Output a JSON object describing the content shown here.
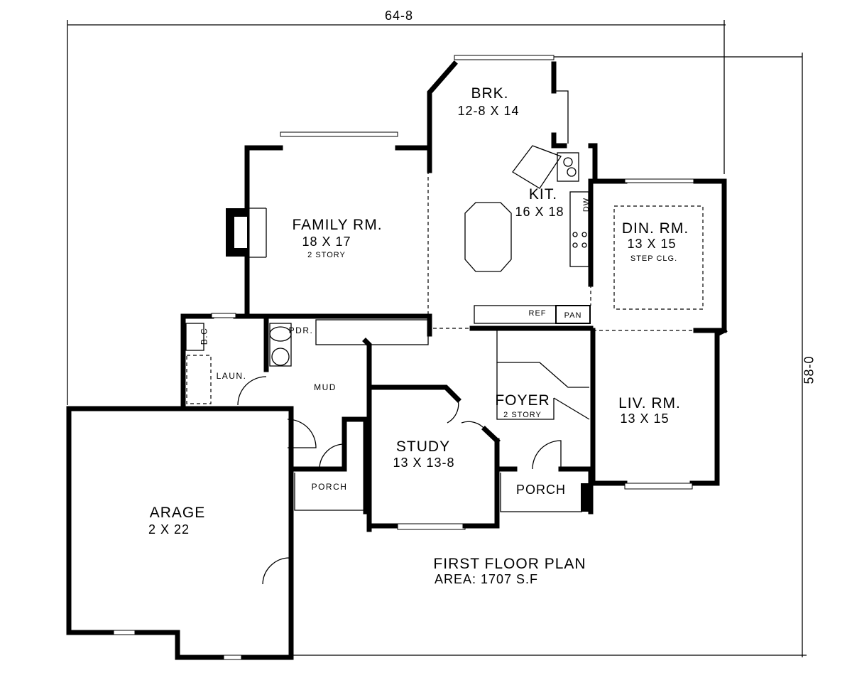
{
  "dimensions": {
    "width": "64-8",
    "depth": "58-0"
  },
  "title": "FIRST FLOOR PLAN",
  "area": "AREA: 1707 S.F",
  "rooms": {
    "family": {
      "name": "FAMILY RM.",
      "size": "18 X 17",
      "note": "2 STORY"
    },
    "breakfast": {
      "name": "BRK.",
      "size": "12-8 X 14"
    },
    "kitchen": {
      "name": "KIT.",
      "size": "16 X 18"
    },
    "dining": {
      "name": "DIN. RM.",
      "size": "13 X 15",
      "note": "STEP CLG."
    },
    "living": {
      "name": "LIV. RM.",
      "size": "13 X 15"
    },
    "foyer": {
      "name": "FOYER",
      "note": "2 STORY"
    },
    "study": {
      "name": "STUDY",
      "size": "13 X 13-8"
    },
    "garage": {
      "name": "ARAGE",
      "size": "2 X 22"
    },
    "laundry": {
      "name": "LAUN."
    },
    "mud": {
      "name": "MUD"
    },
    "powder": {
      "name": "PDR."
    },
    "bench": {
      "name": "B.C"
    },
    "porch_side": {
      "name": "PORCH"
    },
    "porch_front": {
      "name": "PORCH"
    }
  },
  "fixtures": {
    "dishwasher": "DW",
    "refrigerator": "REF",
    "pantry": "PAN"
  }
}
